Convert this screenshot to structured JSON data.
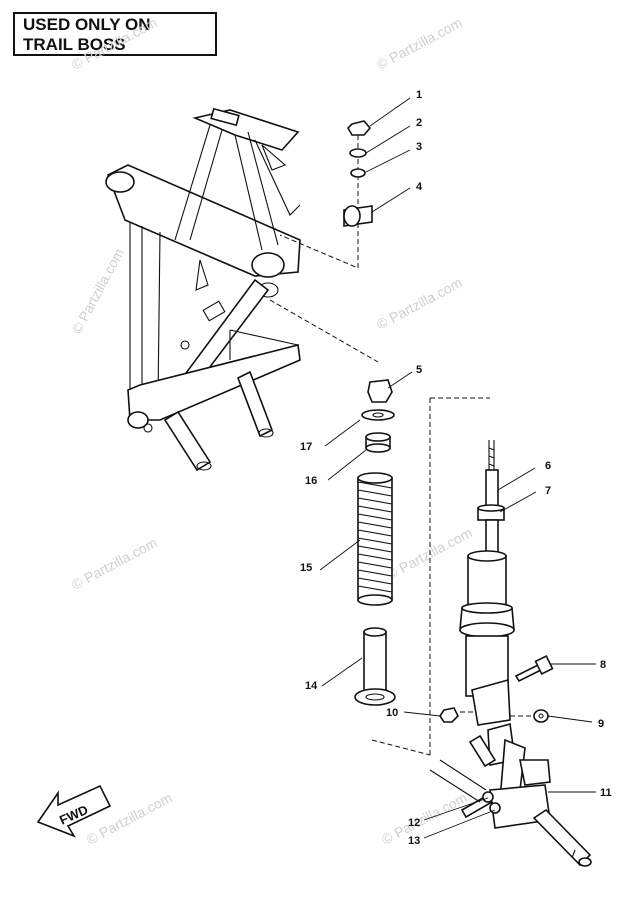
{
  "note": {
    "line1": "USED ONLY ON",
    "line2": "TRAIL BOSS"
  },
  "watermark": "© Partzilla.com",
  "fwd_label": "FWD",
  "callouts": {
    "c1": "1",
    "c2": "2",
    "c3": "3",
    "c4": "4",
    "c5": "5",
    "c6": "6",
    "c7": "7",
    "c8": "8",
    "c9": "9",
    "c10": "10",
    "c11": "11",
    "c12": "12",
    "c13": "13",
    "c14": "14",
    "c15": "15",
    "c16": "16",
    "c17": "17"
  }
}
